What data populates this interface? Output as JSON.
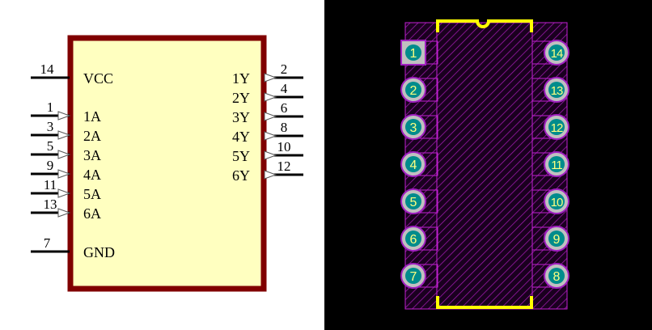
{
  "schematic": {
    "colors": {
      "body_fill": "#ffffc0",
      "body_border": "#800000",
      "pin": "#000000"
    },
    "power_pins": [
      {
        "number": "14",
        "label": "VCC"
      },
      {
        "number": "7",
        "label": "GND"
      }
    ],
    "inputs": [
      {
        "number": "1",
        "label": "1A"
      },
      {
        "number": "3",
        "label": "2A"
      },
      {
        "number": "5",
        "label": "3A"
      },
      {
        "number": "9",
        "label": "4A"
      },
      {
        "number": "11",
        "label": "5A"
      },
      {
        "number": "13",
        "label": "6A"
      }
    ],
    "outputs": [
      {
        "number": "2",
        "label": "1Y"
      },
      {
        "number": "4",
        "label": "2Y"
      },
      {
        "number": "6",
        "label": "3Y"
      },
      {
        "number": "8",
        "label": "4Y"
      },
      {
        "number": "10",
        "label": "5Y"
      },
      {
        "number": "12",
        "label": "6Y"
      }
    ]
  },
  "footprint": {
    "colors": {
      "background": "#000000",
      "courtyard": "#a020c0",
      "silkscreen": "#ffff00",
      "pad_ring": "#c0c0c0",
      "pad_hole": "#008c8c",
      "pad_text": "#ffff80"
    },
    "left_pads": [
      "1",
      "2",
      "3",
      "4",
      "5",
      "6",
      "7"
    ],
    "right_pads": [
      "14",
      "13",
      "12",
      "11",
      "10",
      "9",
      "8"
    ]
  }
}
